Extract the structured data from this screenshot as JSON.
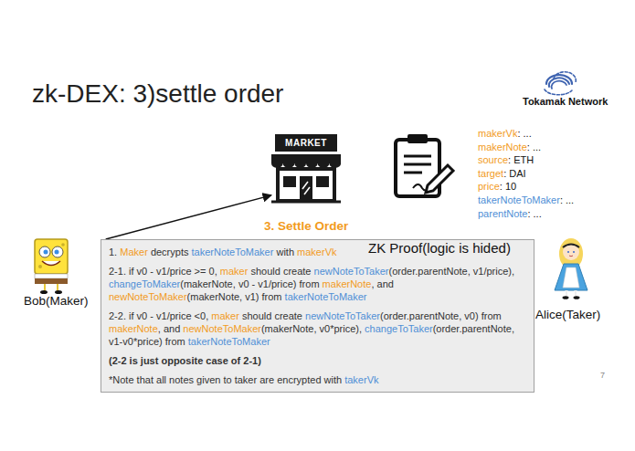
{
  "diagram": {
    "title": "zk-DEX: 3)settle order",
    "nodes": [
      {
        "text": [
          "MARKET"
        ]
      },
      {
        "text": [
          "3. Settle Order",
          "1. Maker decrypts takerNoteToMaker with makerVk",
          "2-1. if v0 - v1/price >= 0, maker should create newNoteToTaker(order.parentNote, v1/price), changeToMaker(makerNote, v0 - v1/price) from makerNote, and newNoteToMaker(makerNote, v1) from takerNoteToMaker",
          "2-2. if v0 - v1/price <0, maker should create newNoteToTaker(order.parentNote, v0) from makerNote, and newNoteToMaker(makerNote, v0*price), changeToTaker(order.parentNote, v1-v0*price) from takerNoteToMaker",
          "(2-2 is just opposite case of 2-1)",
          "*Note that all notes given to taker are encrypted with takerVk"
        ]
      }
    ],
    "edges": [
      {
        "from": 1,
        "to": 0,
        "arrow": "to"
      }
    ],
    "labels": [
      "Tokamak Network",
      "makerVk: ...",
      "makerNote: ...",
      "source: ETH",
      "target: DAI",
      "price: 10",
      "takerNoteToMaker: ...",
      "parentNote: ...",
      "ZK Proof(logic is hided)",
      "Bob(Maker)",
      "Alice(Taker)",
      "7"
    ]
  }
}
